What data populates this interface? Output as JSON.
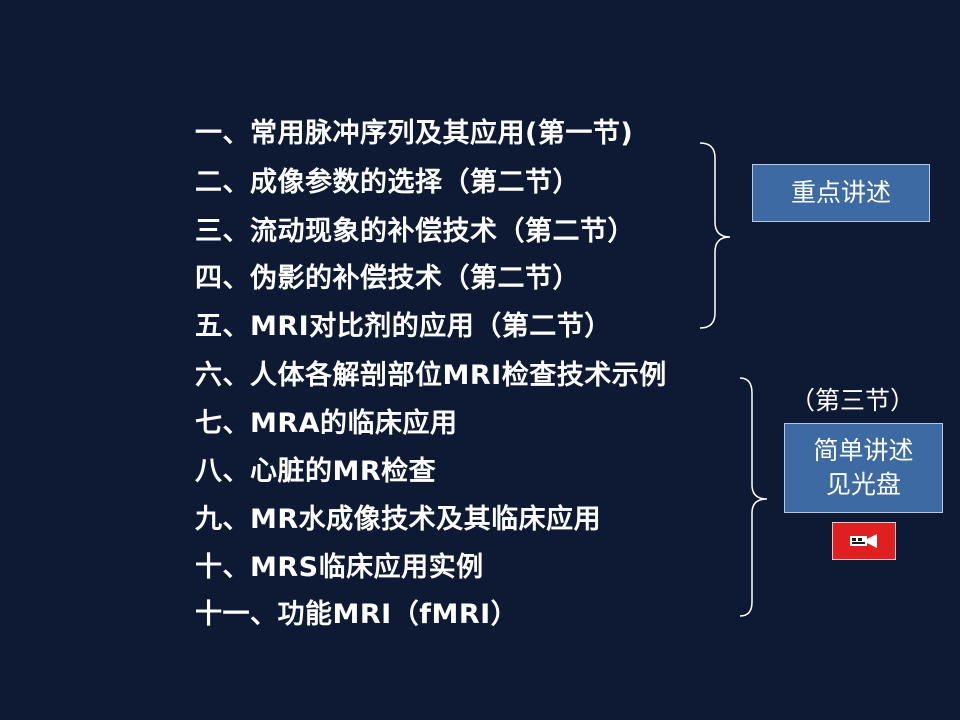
{
  "list": [
    "一、常用脉冲序列及其应用(第一节)",
    "二、成像参数的选择（第二节）",
    "三、流动现象的补偿技术（第二节）",
    "四、伪影的补偿技术（第二节）",
    "五、MRI对比剂的应用（第二节）",
    "六、人体各解剖部位MRI检查技术示例",
    "七、MRA的临床应用",
    "八、心脏的MR检查",
    "九、MR水成像技术及其临床应用",
    "十、MRS临床应用实例",
    "十一、功能MRI（fMRI）"
  ],
  "callouts": {
    "key_label": "重点讲述",
    "section_label": "（第三节）",
    "brief_line1": "简单讲述",
    "brief_line2": "见光盘"
  },
  "colors": {
    "background": "#0e1a33",
    "box_fill": "#3d6aa3",
    "button_red": "#e02020"
  },
  "icons": {
    "movie_button": "movie-camera-icon"
  }
}
